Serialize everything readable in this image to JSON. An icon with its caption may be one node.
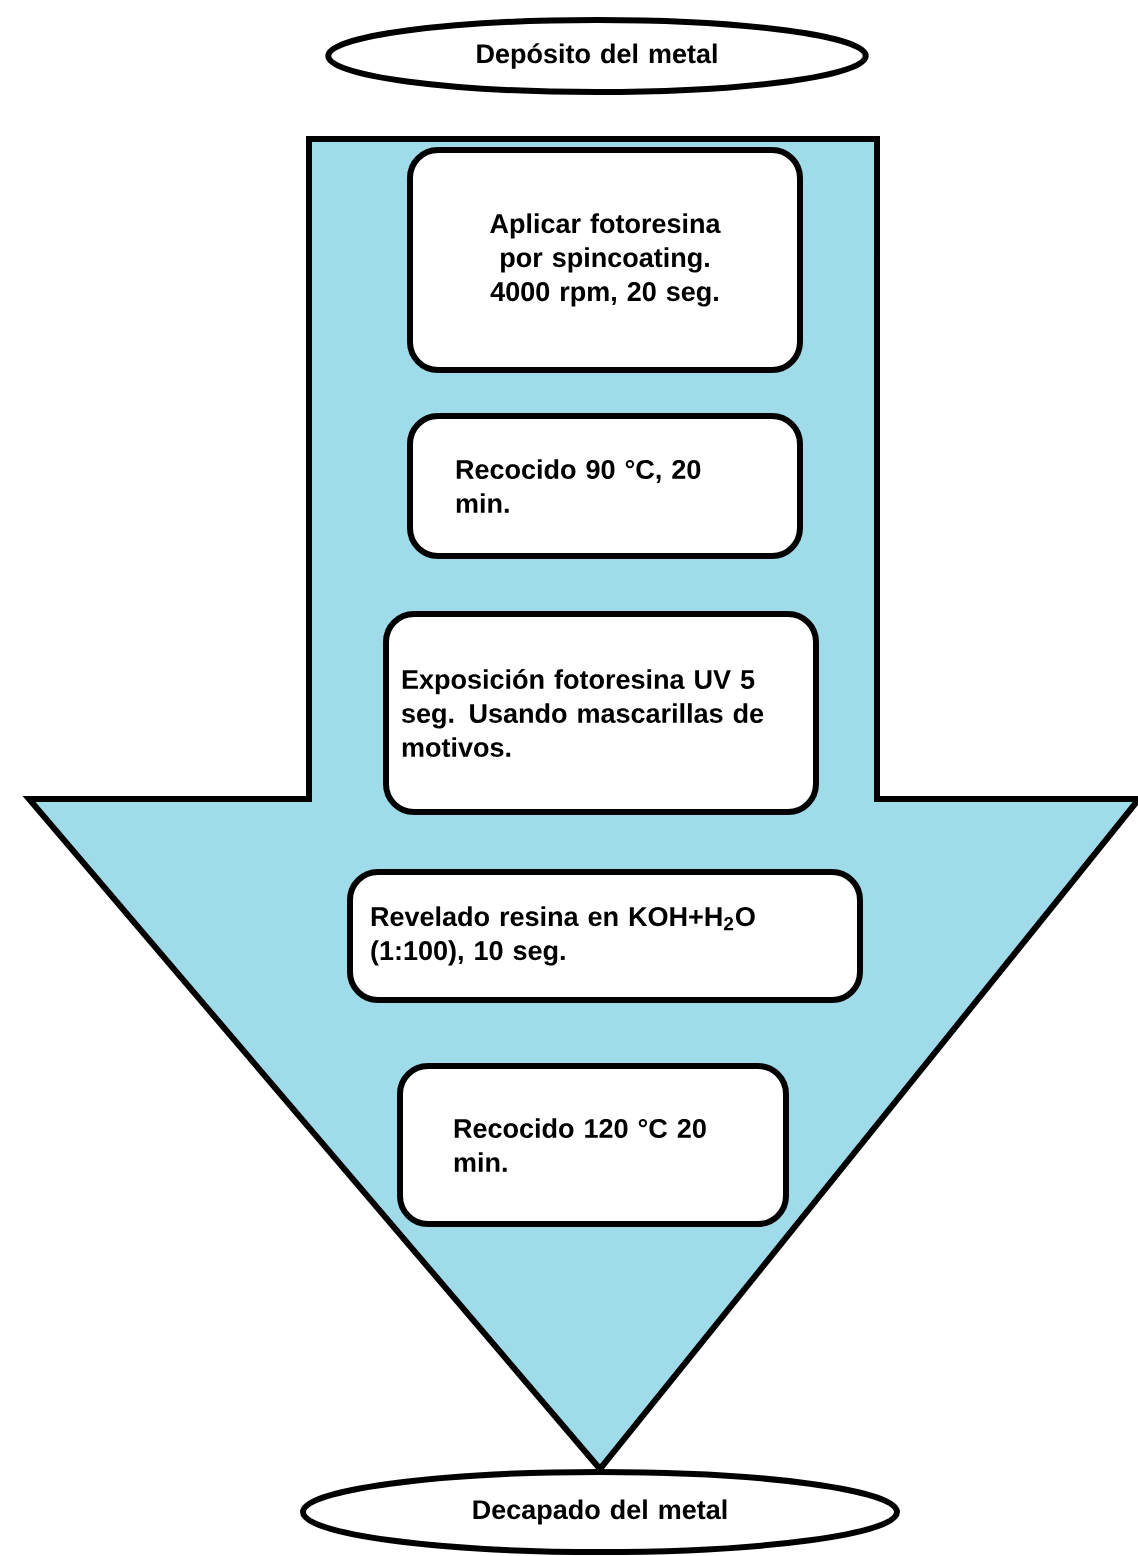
{
  "diagram": {
    "nodes": [
      {
        "text": [
          "Depósito del metal"
        ]
      },
      {
        "text": [
          "Aplicar fotoresina por spincoating. 4000 rpm, 20 seg."
        ]
      },
      {
        "text": [
          "Recocido 90 °C, 20 min."
        ]
      },
      {
        "text": [
          "Exposición fotoresina UV 5 seg. Usando mascarillas de motivos."
        ]
      },
      {
        "text": [
          "Revelado resina en KOH+H$_{2}$O (1:100), 10 seg."
        ]
      },
      {
        "text": [
          "Recocido 120 °C 20 min."
        ]
      },
      {
        "text": [
          "Decapado del metal"
        ]
      }
    ],
    "edges": [
      {
        "from": 0,
        "to": 6,
        "arrow": "to"
      }
    ]
  }
}
